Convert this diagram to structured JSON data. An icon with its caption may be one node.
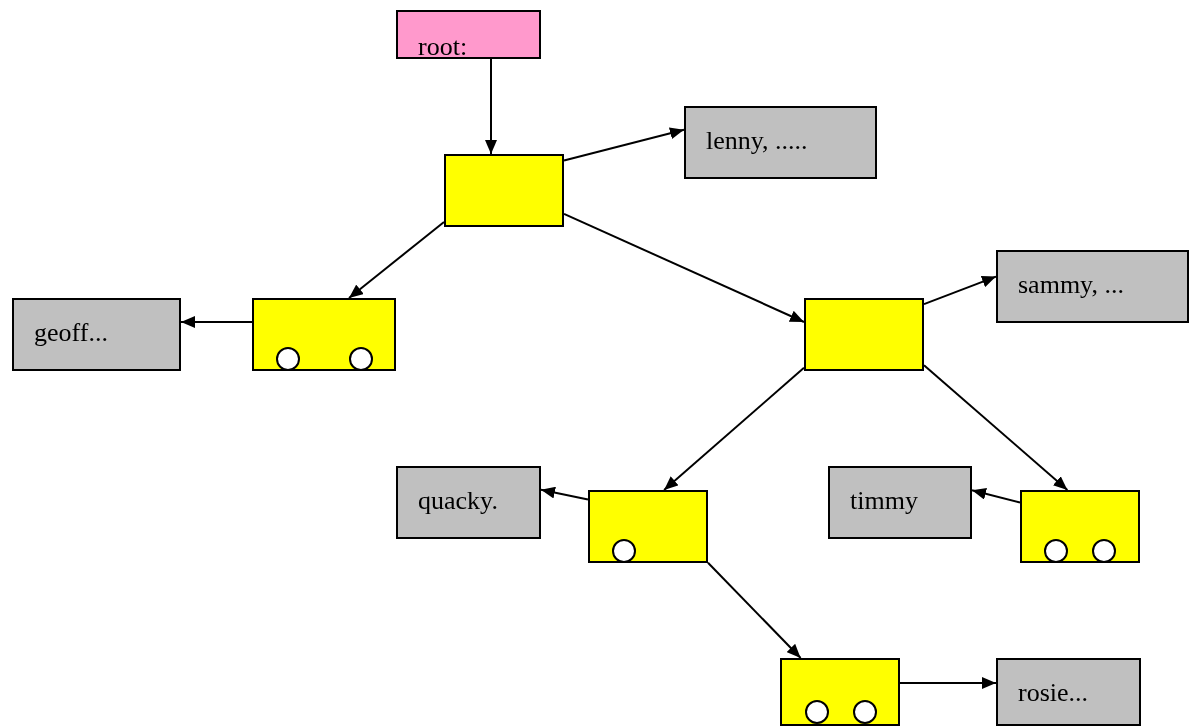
{
  "diagram": {
    "nodes": [
      {
        "text": [
          "root:"
        ]
      },
      {
        "text": [],
        "shape": "box"
      },
      {
        "text": [
          "lenny, ....."
        ]
      },
      {
        "text": [
          "sammy, ..."
        ]
      },
      {
        "text": [
          "geoff..."
        ]
      },
      {
        "text": [],
        "shape": "box"
      },
      {
        "text": [],
        "shape": "circle",
        "in": 5
      },
      {
        "text": [],
        "shape": "circle",
        "in": 5
      },
      {
        "text": [],
        "shape": "box"
      },
      {
        "text": [
          "quacky."
        ]
      },
      {
        "text": [],
        "shape": "box"
      },
      {
        "text": [],
        "shape": "circle",
        "in": 10
      },
      {
        "text": [
          "timmy"
        ]
      },
      {
        "text": [],
        "shape": "box"
      },
      {
        "text": [],
        "shape": "circle",
        "in": 13
      },
      {
        "text": [],
        "shape": "circle",
        "in": 13
      },
      {
        "text": [],
        "shape": "box"
      },
      {
        "text": [],
        "shape": "circle",
        "in": 16
      },
      {
        "text": [],
        "shape": "circle",
        "in": 16
      },
      {
        "text": [
          "rosie..."
        ]
      }
    ],
    "edges": [
      {
        "from": 0,
        "to": 1,
        "arrow": "to"
      },
      {
        "from": 1,
        "to": 2,
        "arrow": "to"
      },
      {
        "from": 1,
        "to": 5,
        "arrow": "to"
      },
      {
        "from": 1,
        "to": 8,
        "arrow": "to"
      },
      {
        "from": 5,
        "to": 4,
        "arrow": "to"
      },
      {
        "from": 8,
        "to": 3,
        "arrow": "to"
      },
      {
        "from": 8,
        "to": 10,
        "arrow": "to"
      },
      {
        "from": 8,
        "to": 13,
        "arrow": "to"
      },
      {
        "from": 10,
        "to": 9,
        "arrow": "to"
      },
      {
        "from": 10,
        "to": 16,
        "arrow": "to"
      },
      {
        "from": 13,
        "to": 12,
        "arrow": "to"
      },
      {
        "from": 16,
        "to": 19,
        "arrow": "to"
      }
    ]
  }
}
